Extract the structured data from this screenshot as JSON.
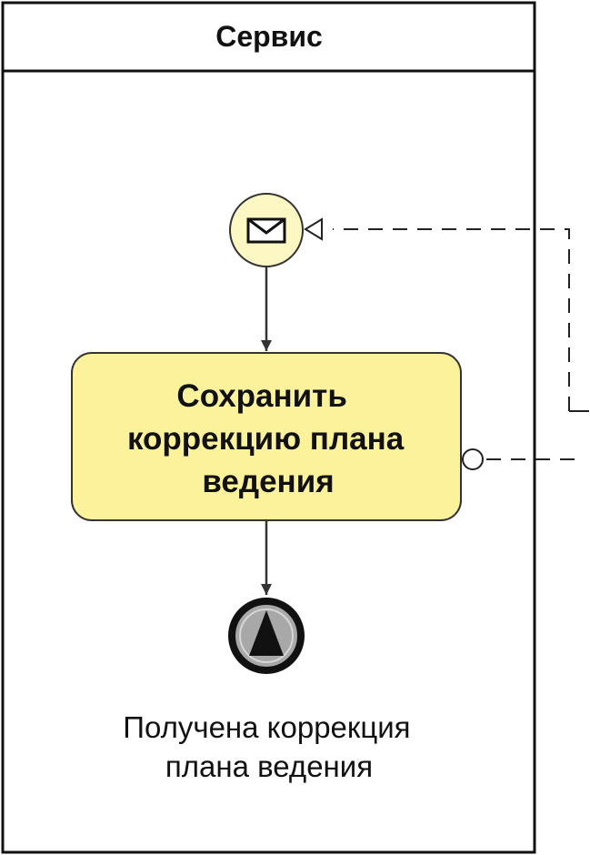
{
  "lane": {
    "title": "Сервис"
  },
  "start_event": {
    "type": "message",
    "icon": "envelope-icon"
  },
  "task": {
    "lines": [
      "Сохранить",
      "коррекцию плана",
      "ведения"
    ],
    "fill": "#fbf29b"
  },
  "end_event": {
    "type": "signal",
    "icon": "triangle-icon",
    "label_lines": [
      "Получена коррекция",
      "плана ведения"
    ]
  },
  "colors": {
    "event_fill": "#fdf7c4",
    "end_ring": "#111111",
    "end_inner": "#a8a8a8"
  }
}
